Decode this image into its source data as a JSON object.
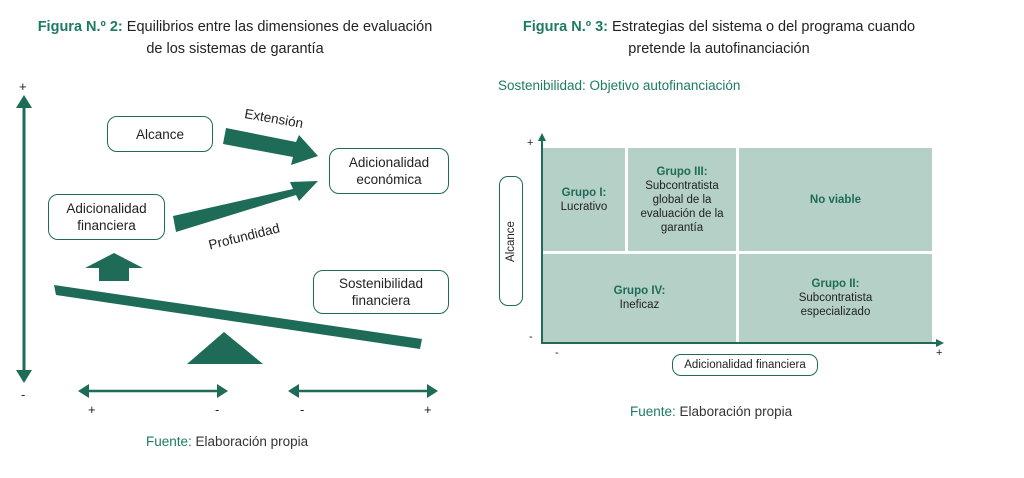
{
  "fig2": {
    "title_label": "Figura N.º 2:",
    "title_line1": "Equilibrios entre las dimensiones de evaluación",
    "title_line2": "de los sistemas de garantía",
    "boxes": {
      "alcance": "Alcance",
      "adicionalidad_economica_1": "Adicionalidad",
      "adicionalidad_economica_2": "económica",
      "adicionalidad_financiera_1": "Adicionalidad",
      "adicionalidad_financiera_2": "financiera",
      "sostenibilidad_1": "Sostenibilidad",
      "sostenibilidad_2": "financiera"
    },
    "arrow_labels": {
      "extension": "Extensión",
      "profundidad": "Profundidad"
    },
    "signs": {
      "v_top": "+",
      "v_bottom": "-",
      "h1_left": "+",
      "h1_right": "-",
      "h2_left": "-",
      "h2_right": "+"
    },
    "source_label": "Fuente:",
    "source_text": "Elaboración propia"
  },
  "fig3": {
    "title_label": "Figura N.º 3:",
    "title_line1": "Estrategias del sistema o del programa cuando",
    "title_line2": "pretende la autofinanciación",
    "subtitle": "Sostenibilidad: Objetivo autofinanciación",
    "y_axis_label": "Alcance",
    "x_axis_label": "Adicionalidad financiera",
    "signs": {
      "y_top": "+",
      "y_bottom": "-",
      "x_left": "-",
      "x_right": "+"
    },
    "cells": {
      "g1_title": "Grupo I:",
      "g1_text": "Lucrativo",
      "g3_title": "Grupo III:",
      "g3_l1": "Subcontratista",
      "g3_l2": "global de la",
      "g3_l3": "evaluación de la",
      "g3_l4": "garantía",
      "nv_title": "No viable",
      "g4_title": "Grupo IV:",
      "g4_text": "Ineficaz",
      "g2_title": "Grupo II:",
      "g2_l1": "Subcontratista",
      "g2_l2": "especializado"
    },
    "source_label": "Fuente:",
    "source_text": "Elaboración propia"
  },
  "colors": {
    "accent": "#1e6b58",
    "cell_fill": "#b5d0c6",
    "title_label": "#1e7a64"
  }
}
